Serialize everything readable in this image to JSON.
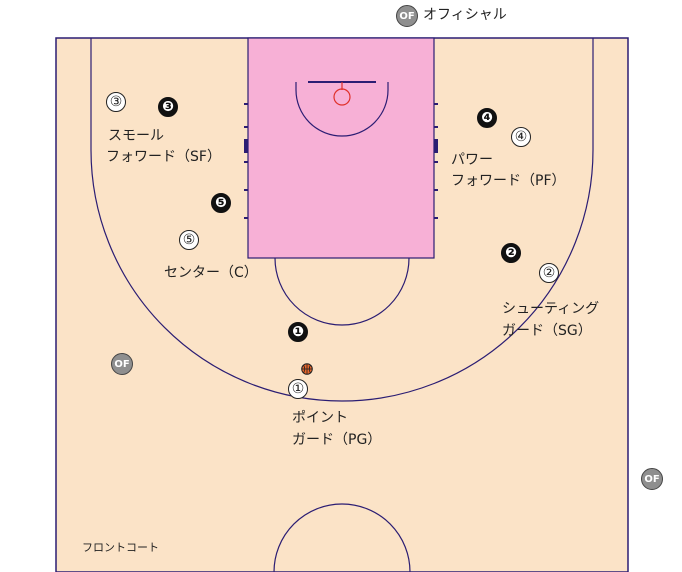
{
  "legend": {
    "official_badge": "OF",
    "official_label": "オフィシャル"
  },
  "court_label": "フロントコート",
  "colors": {
    "court_floor": "#fbe3c7",
    "paint": "#f7b0d6",
    "lines": "#2b1d73",
    "rim": "#e0302a",
    "official_badge": "#8f8f8f",
    "ball": "#e8662a"
  },
  "offense_markers": [
    "③",
    "④",
    "⑤",
    "②",
    "①"
  ],
  "defense_markers": [
    "❸",
    "❹",
    "❺",
    "❷",
    "❶"
  ],
  "officials": [
    "OF",
    "OF"
  ],
  "positions": {
    "small_forward": {
      "line1": "スモール",
      "line2": "フォワード（SF）"
    },
    "power_forward": {
      "line1": "パワー",
      "line2": "フォワード（PF）"
    },
    "center": {
      "line1": "センター（C）"
    },
    "shooting_guard": {
      "line1": "シューティング",
      "line2": "ガード（SG）"
    },
    "point_guard": {
      "line1": "ポイント",
      "line2": "ガード（PG）"
    }
  }
}
